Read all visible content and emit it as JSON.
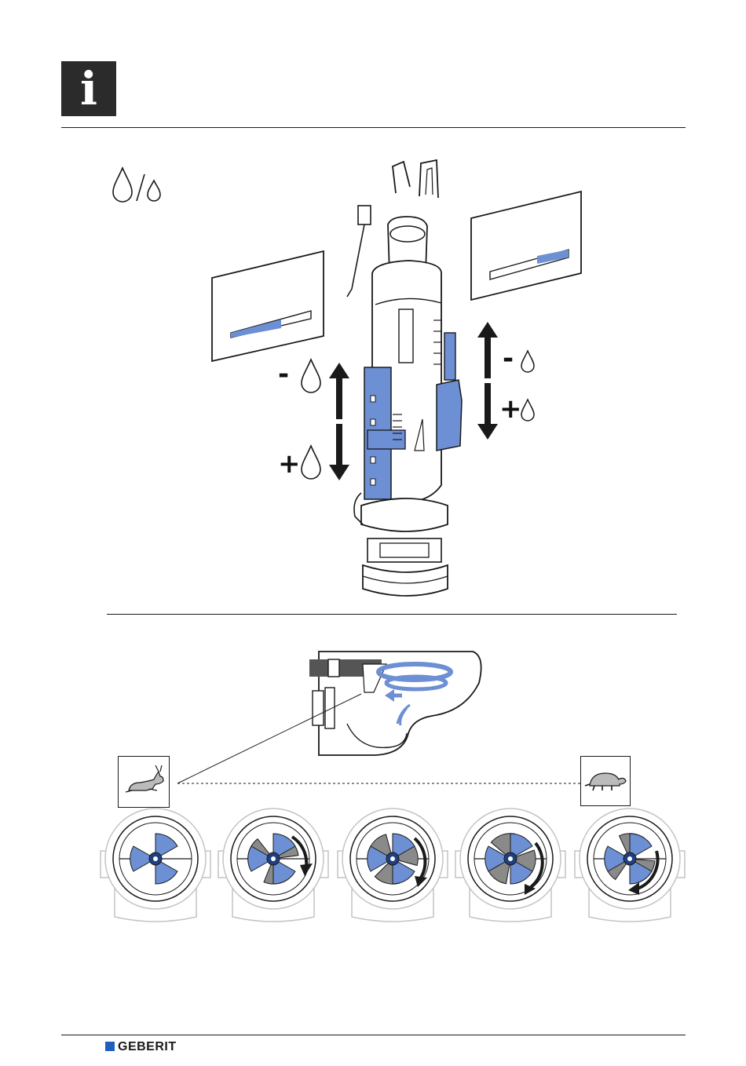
{
  "header": {
    "info_glyph": "i",
    "info_icon": "info-icon"
  },
  "section_top": {
    "signs": {
      "minus_left": "-",
      "plus_left": "+",
      "minus_right": "-",
      "plus_right": "+"
    },
    "icons": [
      "full-small-flush-icon",
      "drop-icon",
      "arrow-up-icon",
      "arrow-down-icon",
      "flush-plate-icon",
      "flush-valve-icon"
    ]
  },
  "section_bottom": {
    "icons": [
      "toilet-bowl-icon",
      "rabbit-icon",
      "turtle-icon",
      "flow-regulator-icon",
      "rotate-arrow-icon"
    ],
    "regulator_steps": 5
  },
  "footer": {
    "brand": "GEBERIT",
    "brand_color": "#1f5fbf"
  },
  "colors": {
    "accent_blue": "#6d8fd4",
    "dark": "#1a1a1a",
    "grey_line": "#c4c4c4"
  }
}
